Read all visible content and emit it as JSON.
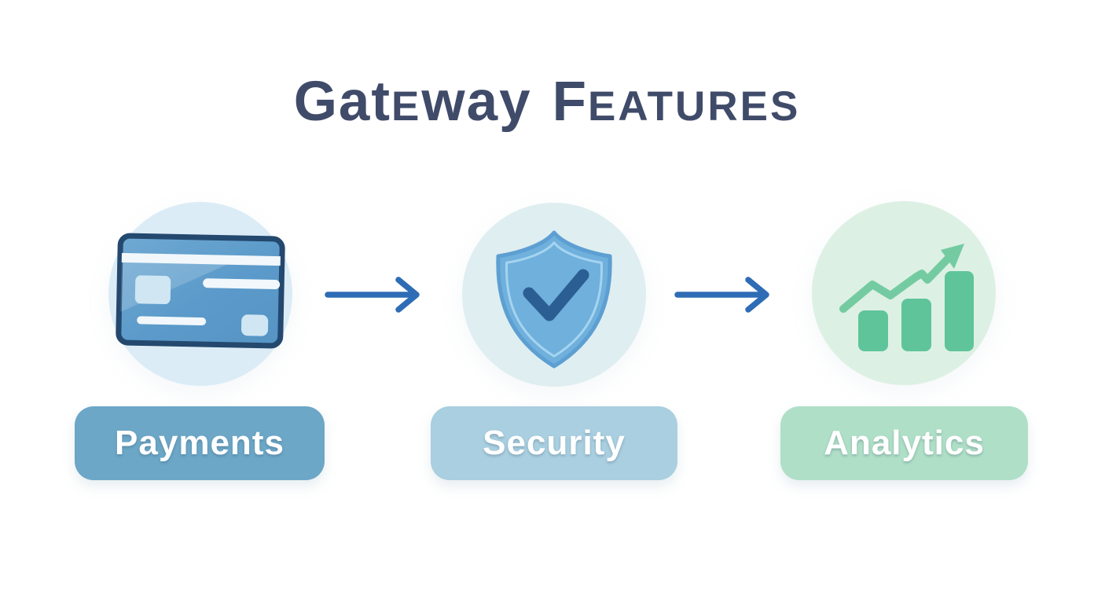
{
  "title": {
    "text": "GatEway Features",
    "segments": [
      "Gat",
      "E",
      "way",
      "F",
      "EATURES"
    ],
    "color": "#3f4b69"
  },
  "flow": {
    "steps": [
      {
        "label": "Payments",
        "icon": "credit-card-icon",
        "circle_bg": "#dcecf6",
        "label_bg": "#6ca7c7",
        "label_text_color": "#ffffff"
      },
      {
        "label": "Security",
        "icon": "shield-check-icon",
        "circle_bg": "#dfeef0",
        "label_bg": "#a9cfe0",
        "label_text_color": "#ffffff"
      },
      {
        "label": "Analytics",
        "icon": "bar-chart-trend-icon",
        "circle_bg": "#ddf0e4",
        "label_bg": "#afdfc7",
        "label_text_color": "#ffffff"
      }
    ],
    "connector": {
      "type": "arrow-right",
      "color": "#2e6cb5",
      "count": 2
    }
  },
  "icon_colors": {
    "credit_card": {
      "border": "#24486e",
      "body": "#5b9aca",
      "body_light": "#7db3d8",
      "chip": "#d0e6f3",
      "stripe": "#f1f7fb"
    },
    "shield": {
      "body": "#6fb0dd",
      "rim": "#5d9fd2",
      "inner_line": "#a5d4ef",
      "check": "#2b5f94"
    },
    "analytics": {
      "bars": "#5fc49a",
      "trend_line": "#74cba2"
    }
  },
  "background": "#ffffff"
}
